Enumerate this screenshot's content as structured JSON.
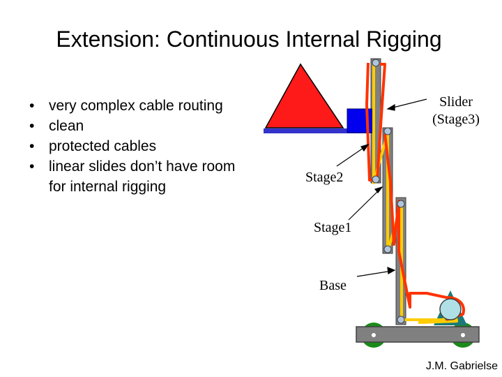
{
  "title": "Extension: Continuous Internal Rigging",
  "bullets": [
    "very complex cable routing",
    "clean",
    "protected cables",
    "linear slides don’t have room for internal rigging"
  ],
  "labels": {
    "slider_line1": "Slider",
    "slider_line2": "(Stage3)",
    "stage2": "Stage2",
    "stage1": "Stage1",
    "base": "Base"
  },
  "author": "J.M. Gabrielse",
  "colors": {
    "triangle": "#ff1a1a",
    "blue_block": "#0000ee",
    "gray": "#808080",
    "red_cable": "#ff3300",
    "yellow_cable": "#ffcc00",
    "wheel": "#1a8a1a",
    "pulley": "#b0e0e6",
    "mount": "#1a7a7a"
  }
}
